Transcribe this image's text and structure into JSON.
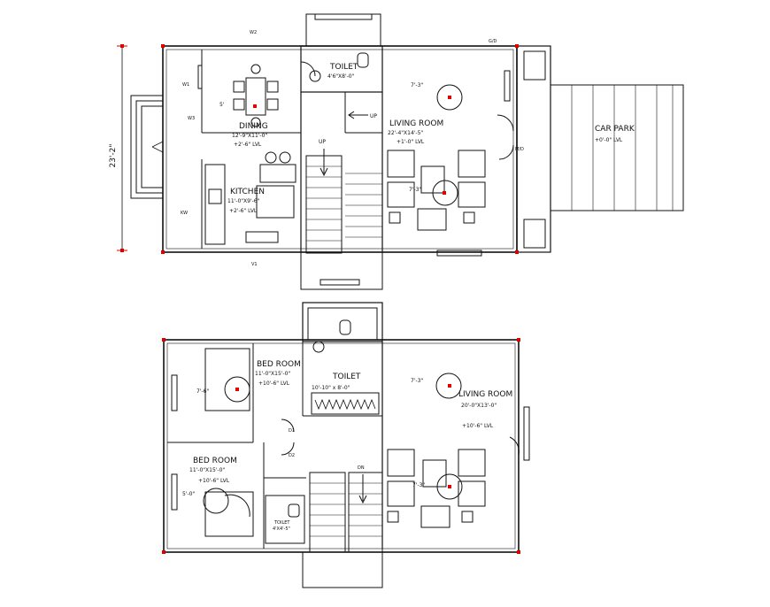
{
  "dimension": "23'-2\"",
  "ground_floor": {
    "toilet": {
      "name": "TOILET",
      "size": "4'6\"X8'-0\""
    },
    "dining": {
      "name": "DINING",
      "size": "12'-9\"X11'-0\"",
      "level": "+2'-6\" LVL"
    },
    "kitchen": {
      "name": "KITCHEN",
      "size": "11'-0\"X9'-6\"",
      "level": "+2'-6\" LVL"
    },
    "living": {
      "name": "LIVING ROOM",
      "size": "22'-4\"X14'-5\"",
      "level": "+1'-0\" LVL"
    },
    "car_park": {
      "name": "CAR PARK",
      "level": "+0'-0\" LVL"
    },
    "stair_up_1": "UP",
    "stair_up_2": "UP",
    "fan_1": "7'-3\"",
    "fan_2": "7'-3\"",
    "dim_5": "5'"
  },
  "first_floor": {
    "bed1": {
      "name": "BED ROOM",
      "size": "11'-0\"X15'-0\"",
      "level": "+10'-6\" LVL"
    },
    "toilet": {
      "name": "TOILET",
      "size": "10'-10\" x 8'-0\""
    },
    "living": {
      "name": "LIVING ROOM",
      "size": "20'-0\"X13'-0\"",
      "level": "+10'-6\" LVL"
    },
    "bed2": {
      "name": "BED ROOM",
      "size": "11'-0\"X15'-0\"",
      "level": "+10'-6\" LVL"
    },
    "toilet2": {
      "name": "TOILET",
      "size": "4'X4'-5\""
    },
    "stair_dn": "DN",
    "fan_1": "7'-6\"",
    "fan_2": "7'-3\"",
    "fan_3": "7'-3\"",
    "fan_4": "5'-0\""
  },
  "tags": {
    "w1": "W1",
    "w2": "W2",
    "w3": "W3",
    "v1": "V1",
    "kw": "KW",
    "d1": "D1",
    "d2": "D2",
    "md": "M/D",
    "gd": "G/D"
  }
}
